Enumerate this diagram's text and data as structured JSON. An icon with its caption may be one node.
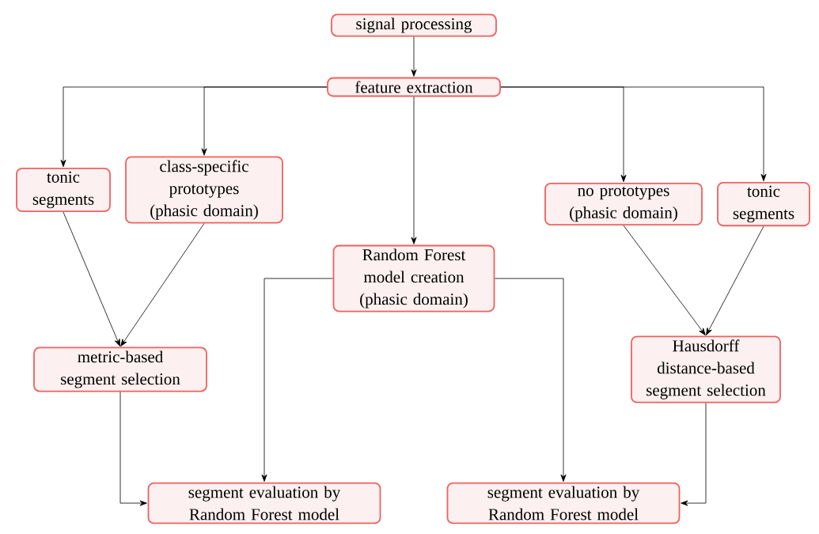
{
  "diagram": {
    "nodes": [
      {
        "text": [
          "signal processing"
        ]
      },
      {
        "text": [
          "feature extraction"
        ]
      },
      {
        "text": [
          "tonic segments"
        ]
      },
      {
        "text": [
          "class-specific prototypes (phasic domain)"
        ]
      },
      {
        "text": [
          "Random Forest model creation (phasic domain)"
        ]
      },
      {
        "text": [
          "no prototypes (phasic domain)"
        ]
      },
      {
        "text": [
          "tonic segments"
        ]
      },
      {
        "text": [
          "metric-based segment selection"
        ]
      },
      {
        "text": [
          "Hausdorff distance-based segment selection"
        ]
      },
      {
        "text": [
          "segment evaluation by Random Forest model"
        ]
      },
      {
        "text": [
          "segment evaluation by Random Forest model"
        ]
      }
    ],
    "edges": [
      {
        "from": 0,
        "to": 1,
        "arrow": "to"
      },
      {
        "from": 1,
        "to": 2,
        "arrow": "to"
      },
      {
        "from": 1,
        "to": 3,
        "arrow": "to"
      },
      {
        "from": 1,
        "to": 4,
        "arrow": "to"
      },
      {
        "from": 1,
        "to": 5,
        "arrow": "to"
      },
      {
        "from": 1,
        "to": 6,
        "arrow": "to"
      },
      {
        "from": 2,
        "to": 7,
        "arrow": "to"
      },
      {
        "from": 3,
        "to": 7,
        "arrow": "to"
      },
      {
        "from": 5,
        "to": 8,
        "arrow": "to"
      },
      {
        "from": 6,
        "to": 8,
        "arrow": "to"
      },
      {
        "from": 4,
        "to": 9,
        "arrow": "to"
      },
      {
        "from": 4,
        "to": 10,
        "arrow": "to"
      },
      {
        "from": 7,
        "to": 9,
        "arrow": "to"
      },
      {
        "from": 8,
        "to": 10,
        "arrow": "to"
      }
    ]
  }
}
